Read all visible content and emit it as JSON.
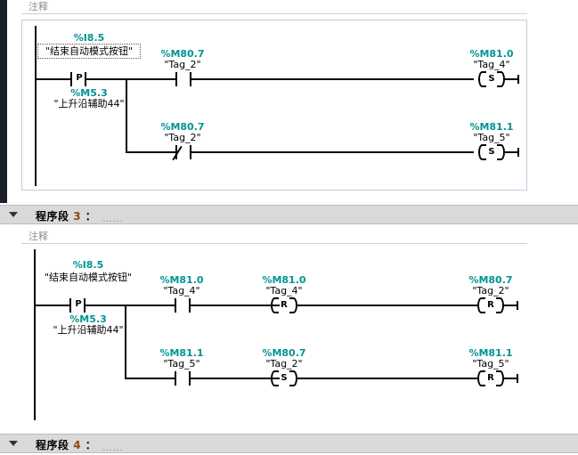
{
  "editor": {
    "comment_placeholder": "注释",
    "title_prefix": "程序段",
    "title_dots": "……",
    "accent_address_color": "#009494",
    "header_bg": "#d9d9d9"
  },
  "networks": [
    {
      "id": "network-2-partial",
      "header_visible": false,
      "comment": "注释",
      "rungs": [
        {
          "branch_label": {
            "address": "%I8.5",
            "tag": "\"结束自动模式按钮\""
          },
          "branch_label_below": {
            "address": "%M5.3",
            "tag": "\"上升沿辅助44\""
          },
          "p_contact_letter": "P",
          "elements": [
            {
              "kind": "contact-no",
              "address": "%M80.7",
              "tag": "\"Tag_2\""
            },
            {
              "kind": "coil-set",
              "letter": "S",
              "address": "%M81.0",
              "tag": "\"Tag_4\""
            }
          ]
        },
        {
          "elements": [
            {
              "kind": "contact-nc",
              "address": "%M80.7",
              "tag": "\"Tag_2\""
            },
            {
              "kind": "coil-set",
              "letter": "S",
              "address": "%M81.1",
              "tag": "\"Tag_5\""
            }
          ]
        }
      ]
    },
    {
      "id": "network-3",
      "header_visible": true,
      "number": "3",
      "title_label": "程序段",
      "colon": "：",
      "dots": "……",
      "comment": "注释",
      "rungs": [
        {
          "branch_label": {
            "address": "%I8.5",
            "tag": "\"结束自动模式按钮\""
          },
          "branch_label_below": {
            "address": "%M5.3",
            "tag": "\"上升沿辅助44\""
          },
          "p_contact_letter": "P",
          "elements": [
            {
              "kind": "contact-no",
              "address": "%M81.0",
              "tag": "\"Tag_4\""
            },
            {
              "kind": "coil-reset",
              "letter": "R",
              "address": "%M81.0",
              "tag": "\"Tag_4\""
            },
            {
              "kind": "coil-reset",
              "letter": "R",
              "address": "%M80.7",
              "tag": "\"Tag_2\""
            }
          ]
        },
        {
          "elements": [
            {
              "kind": "contact-no",
              "address": "%M81.1",
              "tag": "\"Tag_5\""
            },
            {
              "kind": "coil-set",
              "letter": "S",
              "address": "%M80.7",
              "tag": "\"Tag_2\""
            },
            {
              "kind": "coil-reset",
              "letter": "R",
              "address": "%M81.1",
              "tag": "\"Tag_5\""
            }
          ]
        }
      ]
    },
    {
      "id": "network-4",
      "header_visible": true,
      "number": "4",
      "title_label": "程序段",
      "colon": "：",
      "dots": "……"
    }
  ]
}
